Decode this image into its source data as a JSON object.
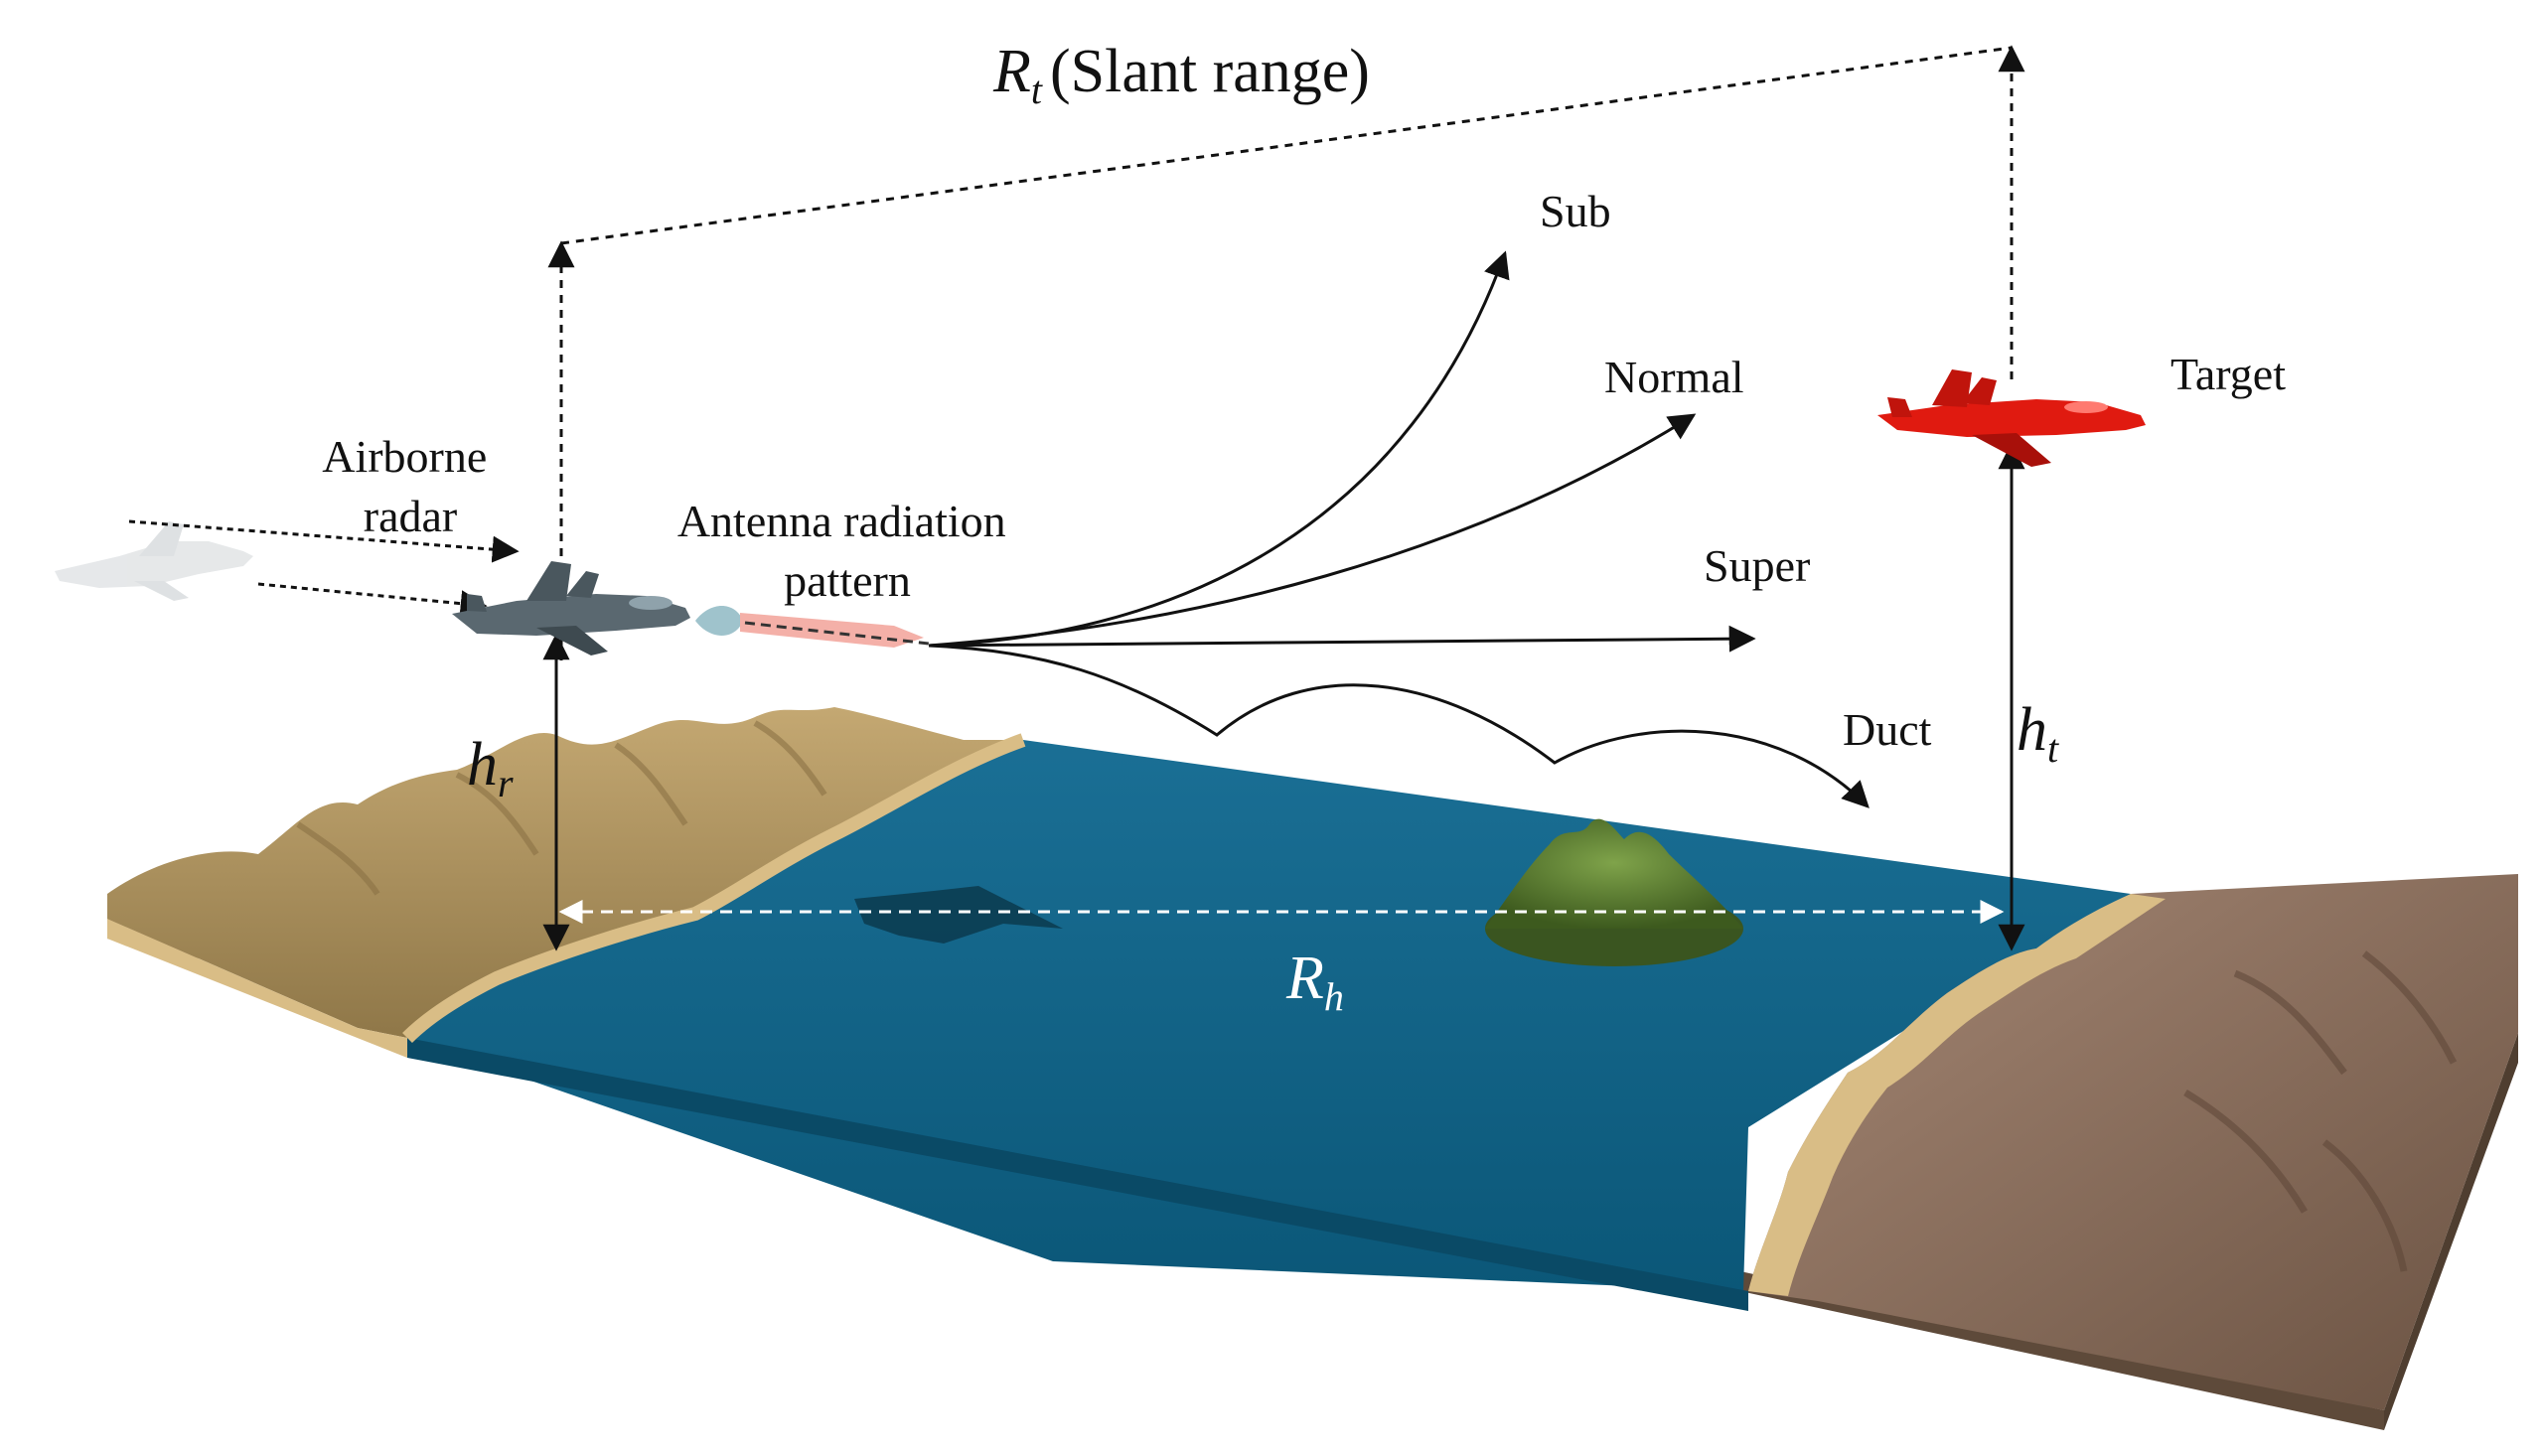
{
  "labels": {
    "slant_range_symbol": "R",
    "slant_range_sub": "t",
    "slant_range_text": "(Slant range)",
    "sub": "Sub",
    "normal": "Normal",
    "super": "Super",
    "duct": "Duct",
    "target": "Target",
    "airborne_line1": "Airborne",
    "airborne_line2": "radar",
    "antenna_line1": "Antenna radiation",
    "antenna_line2": "pattern",
    "hr_symbol": "h",
    "hr_sub": "r",
    "ht_symbol": "h",
    "ht_sub": "t",
    "rh_symbol": "R",
    "rh_sub": "h"
  },
  "colors": {
    "sea": "#0d5f82",
    "sea_dark": "#0a4a66",
    "sand": "#cdb07a",
    "left_land": "#a78e5c",
    "right_land": "#7d6453",
    "island": "#5b7a2e",
    "target_aircraft": "#e01a10",
    "radar_aircraft": "#5a6870",
    "arrow": "#111111"
  },
  "icons": [
    "ghost-aircraft-icon",
    "radar-aircraft-icon",
    "antenna-beam-icon",
    "target-aircraft-icon",
    "island-icon",
    "aircraft-shadow-icon"
  ]
}
